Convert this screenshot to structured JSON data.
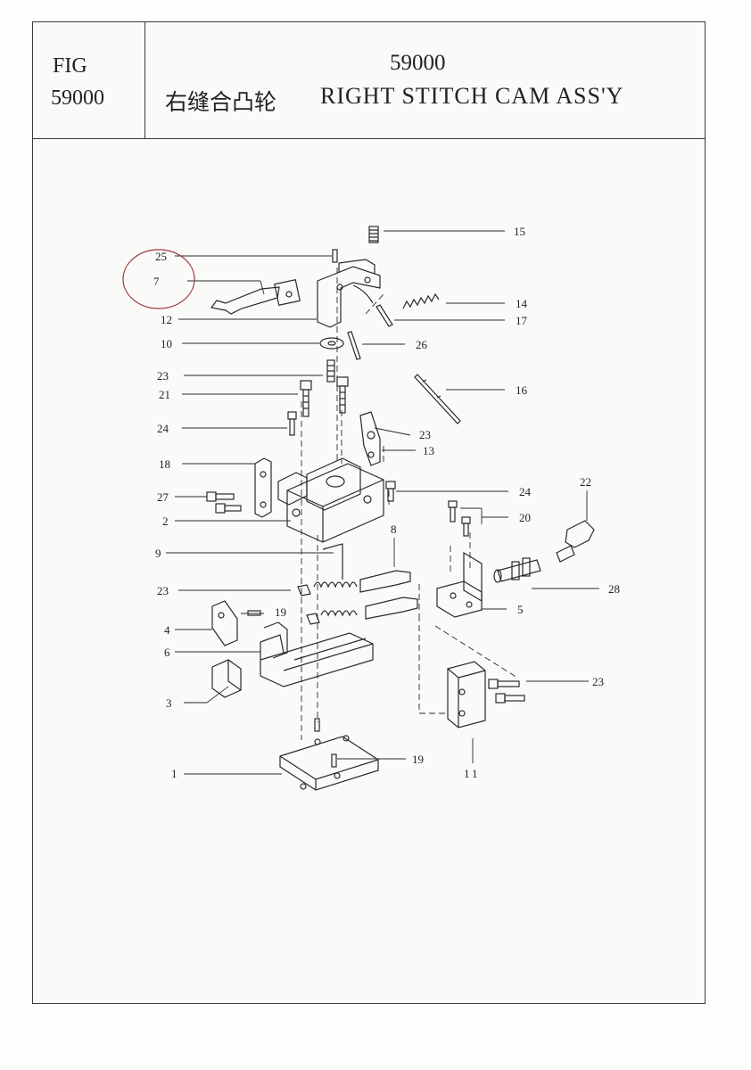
{
  "header": {
    "fig_label": "FIG",
    "fig_number": "59000",
    "title_number": "59000",
    "title_chinese": "右缝合凸轮",
    "title_english": "RIGHT STITCH CAM ASS'Y"
  },
  "callouts": [
    {
      "id": "c25",
      "text": "25"
    },
    {
      "id": "c7",
      "text": "7"
    },
    {
      "id": "c12",
      "text": "12"
    },
    {
      "id": "c10",
      "text": "10"
    },
    {
      "id": "c23a",
      "text": "23"
    },
    {
      "id": "c21",
      "text": "21"
    },
    {
      "id": "c24a",
      "text": "24"
    },
    {
      "id": "c18",
      "text": "18"
    },
    {
      "id": "c27",
      "text": "27"
    },
    {
      "id": "c2",
      "text": "2"
    },
    {
      "id": "c9",
      "text": "9"
    },
    {
      "id": "c23b",
      "text": "23"
    },
    {
      "id": "c19a",
      "text": "19"
    },
    {
      "id": "c4",
      "text": "4"
    },
    {
      "id": "c6",
      "text": "6"
    },
    {
      "id": "c3",
      "text": "3"
    },
    {
      "id": "c1",
      "text": "1"
    },
    {
      "id": "c19b",
      "text": "19"
    },
    {
      "id": "c15",
      "text": "15"
    },
    {
      "id": "c14",
      "text": "14"
    },
    {
      "id": "c17",
      "text": "17"
    },
    {
      "id": "c26",
      "text": "26"
    },
    {
      "id": "c16",
      "text": "16"
    },
    {
      "id": "c23c",
      "text": "23"
    },
    {
      "id": "c13",
      "text": "13"
    },
    {
      "id": "c24b",
      "text": "24"
    },
    {
      "id": "c22",
      "text": "22"
    },
    {
      "id": "c20",
      "text": "20"
    },
    {
      "id": "c8",
      "text": "8"
    },
    {
      "id": "c28",
      "text": "28"
    },
    {
      "id": "c5",
      "text": "5"
    },
    {
      "id": "c23d",
      "text": "23"
    },
    {
      "id": "c11",
      "text": "11"
    }
  ],
  "colors": {
    "ink": "#222222",
    "line": "#3a3a3a",
    "circle_mark": "#9b3a3a",
    "paper": "#fafaf8"
  }
}
